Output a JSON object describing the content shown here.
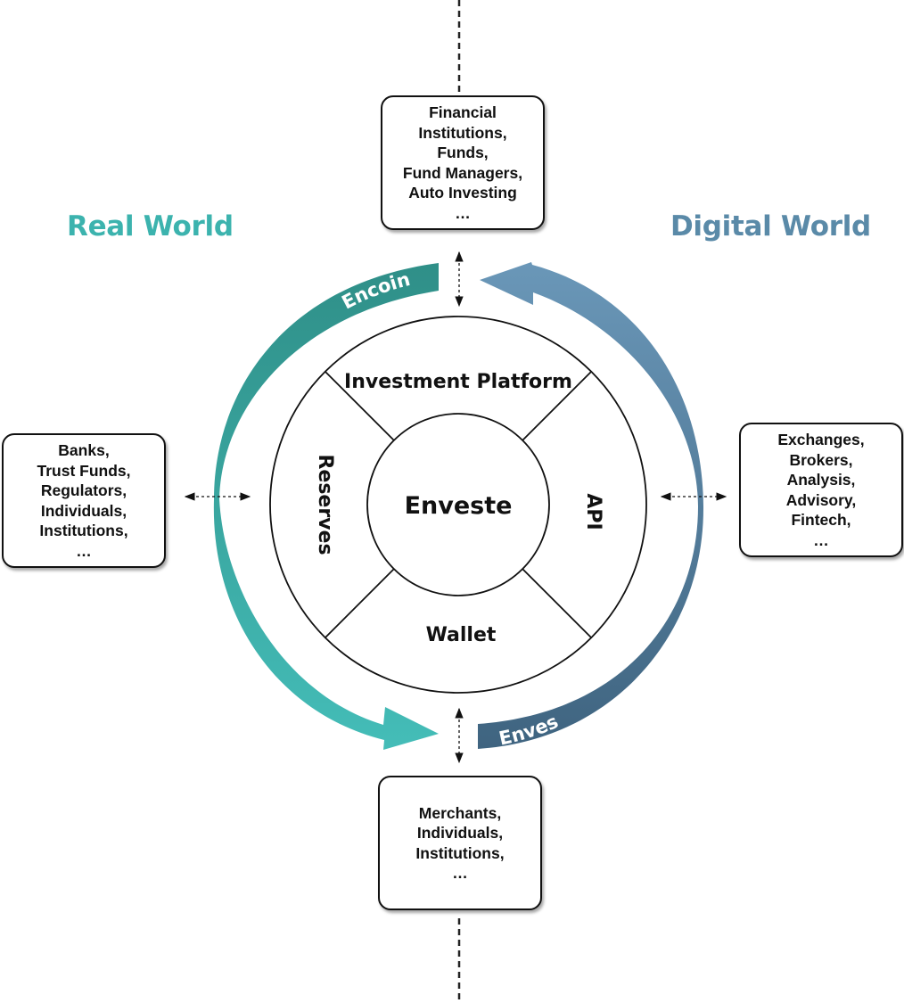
{
  "worlds": {
    "real": "Real World",
    "digital": "Digital World"
  },
  "center": {
    "title": "Enveste"
  },
  "segments": {
    "top": "Investment Platform",
    "left": "Reserves",
    "right": "API",
    "bottom": "Wallet"
  },
  "arrows": {
    "left": "Encoin",
    "right": "Enves"
  },
  "boxes": {
    "top": [
      "Financial",
      "Institutions,",
      "Funds,",
      "Fund Managers,",
      "Auto Investing",
      "…"
    ],
    "left": [
      "Banks,",
      "Trust Funds,",
      "Regulators,",
      "Individuals,",
      "Institutions,",
      "…"
    ],
    "right": [
      "Exchanges,",
      "Brokers,",
      "Analysis,",
      "Advisory,",
      "Fintech,",
      "…"
    ],
    "bottom": [
      "Merchants,",
      "Individuals,",
      "Institutions,",
      "…"
    ]
  },
  "colors": {
    "real_world": "#3cb3ae",
    "digital_world": "#5a8aa8",
    "encoin_arrow_top": "#2f8f88",
    "encoin_arrow_bottom": "#44bdb8",
    "enves_arrow_top": "#6a97b8",
    "enves_arrow_bottom": "#3f6480"
  }
}
